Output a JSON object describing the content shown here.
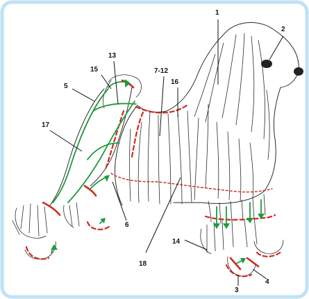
{
  "colors": {
    "border": "#bfe2f5",
    "guide_green": "#1e9a3c",
    "cut_red": "#cc2a1e",
    "ink": "#2a2a2a",
    "background": "#ffffff"
  },
  "labels": {
    "n1": "1",
    "n2": "2",
    "n3": "3",
    "n4": "4",
    "n5": "5",
    "n6": "6",
    "n7_12": "7-12",
    "n13": "13",
    "n14": "14",
    "n15": "15",
    "n16": "16",
    "n17": "17",
    "n18": "18"
  }
}
